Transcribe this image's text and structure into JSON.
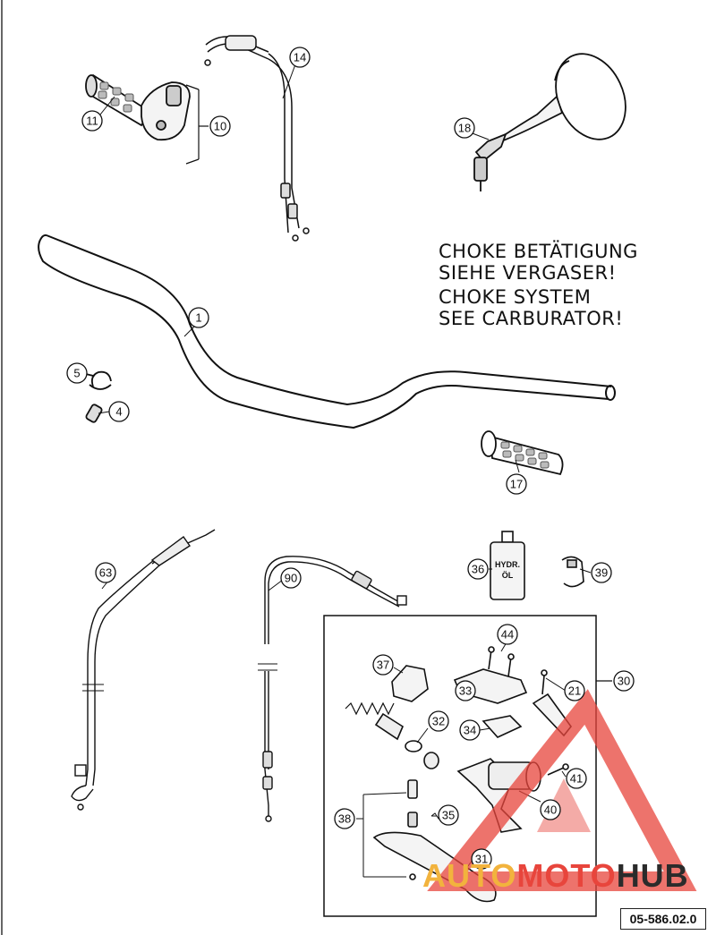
{
  "notes": {
    "line1": "CHOKE BETÄTIGUNG",
    "line2": "SIEHE VERGASER!",
    "line3": "CHOKE SYSTEM",
    "line4": "SEE CARBURATOR!"
  },
  "parts": [
    {
      "id": "p1",
      "label": "1"
    },
    {
      "id": "p4",
      "label": "4"
    },
    {
      "id": "p5",
      "label": "5"
    },
    {
      "id": "p10",
      "label": "10"
    },
    {
      "id": "p11",
      "label": "11"
    },
    {
      "id": "p14",
      "label": "14"
    },
    {
      "id": "p17",
      "label": "17"
    },
    {
      "id": "p18",
      "label": "18"
    },
    {
      "id": "p21",
      "label": "21"
    },
    {
      "id": "p30",
      "label": "30"
    },
    {
      "id": "p31",
      "label": "31"
    },
    {
      "id": "p32",
      "label": "32"
    },
    {
      "id": "p33",
      "label": "33"
    },
    {
      "id": "p34",
      "label": "34"
    },
    {
      "id": "p35",
      "label": "35"
    },
    {
      "id": "p36",
      "label": "36"
    },
    {
      "id": "p37",
      "label": "37"
    },
    {
      "id": "p38",
      "label": "38"
    },
    {
      "id": "p39",
      "label": "39"
    },
    {
      "id": "p40",
      "label": "40"
    },
    {
      "id": "p41",
      "label": "41"
    },
    {
      "id": "p44",
      "label": "44"
    },
    {
      "id": "p63",
      "label": "63"
    },
    {
      "id": "p90",
      "label": "90"
    }
  ],
  "bottle_text": {
    "line1": "HYDR.",
    "line2": "ÖL"
  },
  "diagram_code": "05-586.02.0",
  "watermark": {
    "part1": "AUTO",
    "part2": "MOTO",
    "part3": "HUB",
    "color1": "#f2b33d",
    "color2": "#e8453c",
    "color3": "#2b2b2b"
  }
}
